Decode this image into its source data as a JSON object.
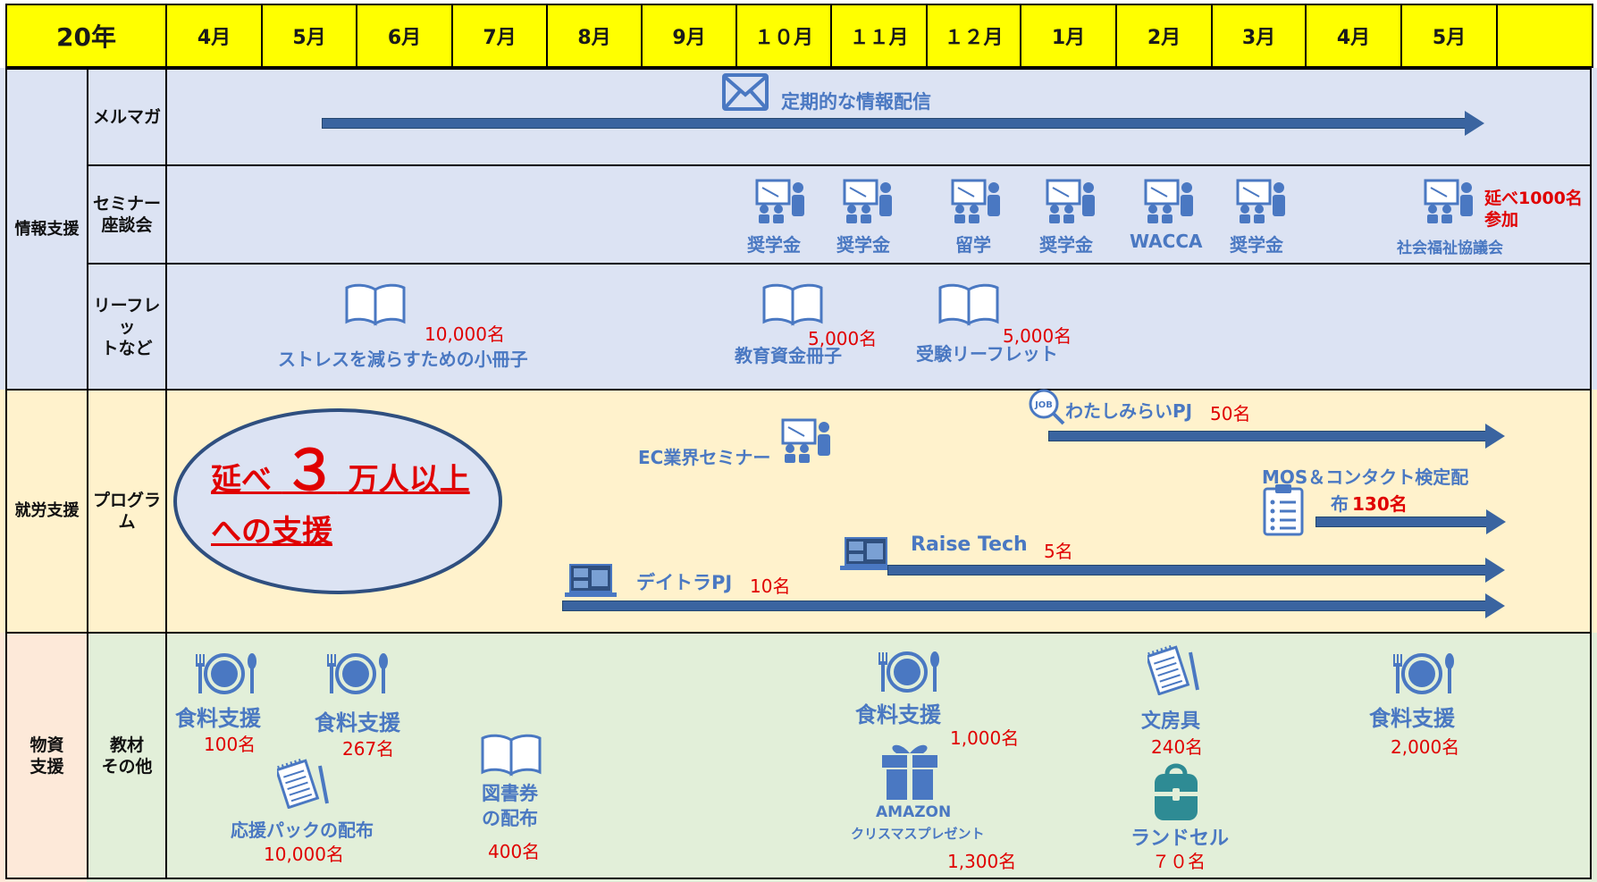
{
  "header": {
    "year": "20年",
    "months": [
      "4月",
      "5月",
      "6月",
      "7月",
      "8月",
      "9月",
      "１０月",
      "１１月",
      "１２月",
      "1月",
      "2月",
      "3月",
      "4月",
      "5月",
      ""
    ]
  },
  "sections": {
    "info": {
      "label": "情報支援",
      "rows": {
        "mailmag": {
          "label": "メルマガ",
          "text": "定期的な情報配信"
        },
        "seminar": {
          "label": "セミナー\n座談会",
          "items": [
            "奨学金",
            "奨学金",
            "留学",
            "奨学金",
            "WACCA",
            "奨学金",
            "社会福祉協議会"
          ],
          "note": "延べ1000名\n参加"
        },
        "leaflet": {
          "label": "リーフレッ\nトなど",
          "items": [
            {
              "name": "ストレスを減らすための小冊子",
              "count": "10,000名"
            },
            {
              "name": "教育資金冊子",
              "count": "5,000名"
            },
            {
              "name": "受験リーフレット",
              "count": "5,000名"
            }
          ]
        }
      }
    },
    "work": {
      "label": "就労支援",
      "row_label": "プログラ\nム",
      "badge": {
        "line1_a": "延べ ",
        "big": "３",
        "line1_b": " 万人以上",
        "line2": "への支援"
      },
      "items": {
        "ec": "EC業界セミナー",
        "watashi": {
          "name": "わたしみらいPJ",
          "count": "50名",
          "job": "JOB"
        },
        "mos": {
          "name": "MOS＆コンタクト検定配",
          "name2": "布",
          "count": "130名"
        },
        "raise": {
          "name": "Raise Tech",
          "count": "5名"
        },
        "daitora": {
          "name": "デイトラPJ",
          "count": "10名"
        }
      }
    },
    "goods": {
      "label": "物資\n支援",
      "row_label": "教材\nその他",
      "items": {
        "food1": {
          "name": "食料支援",
          "count": "100名"
        },
        "food2": {
          "name": "食料支援",
          "count": "267名"
        },
        "pack": {
          "name": "応援パックの配布",
          "count": "10,000名"
        },
        "book": {
          "name": "図書券\nの配布",
          "count": "400名"
        },
        "food3": {
          "name": "食料支援",
          "count": "1,000名"
        },
        "amazon": {
          "name": "AMAZON",
          "sub": "クリスマスプレゼント",
          "count": "1,300名"
        },
        "stationery": {
          "name": "文房具",
          "count": "240名"
        },
        "randoseru": {
          "name": "ランドセル",
          "count": "７０名"
        },
        "food4": {
          "name": "食料支援",
          "count": "2,000名"
        }
      }
    }
  },
  "colors": {
    "header": "#ffff00",
    "info_bg": "#dce3f3",
    "work_bg": "#fff2cc",
    "goods_bg": "#e2efd9",
    "goods_label_bg": "#fde9d9",
    "accent": "#4a78c2",
    "arrow": "#3a64a0",
    "count": "#e00000"
  }
}
